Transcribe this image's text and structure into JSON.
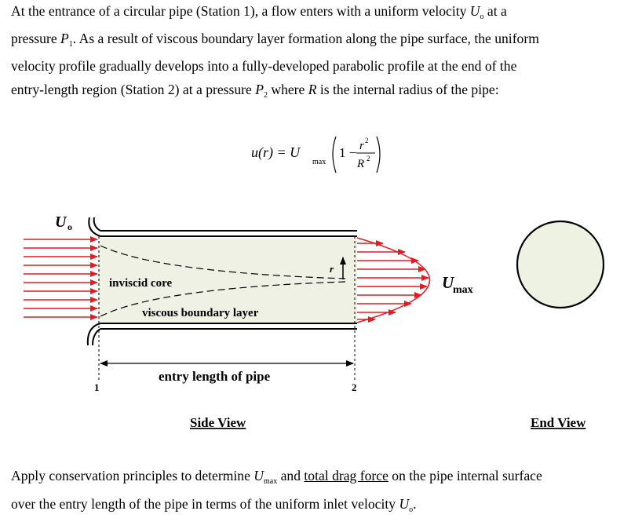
{
  "intro": {
    "l1_a": "At the entrance of a circular pipe (Station 1), a flow enters with a uniform velocity ",
    "l1_var": "U",
    "l1_sub": "o",
    "l1_b": " at a",
    "l2_a": "pressure ",
    "l2_var": "P",
    "l2_sub": "1",
    "l2_b": ". As a result of viscous boundary layer formation along the pipe surface, the uniform",
    "l3": "velocity profile gradually develops into a fully-developed parabolic profile at the end of the",
    "l4_a": "entry-length region (Station 2) at a pressure ",
    "l4_var": "P",
    "l4_sub": "2",
    "l4_b": " where ",
    "l4_r": "R",
    "l4_c": " is the internal radius of the pipe:"
  },
  "equation": {
    "lhs": "u(r) = U",
    "sub": "max",
    "one": "1 −",
    "num": "r",
    "num_exp": "2",
    "den": "R",
    "den_exp": "2"
  },
  "diagram": {
    "inlet_label": "U",
    "inlet_sub": "o",
    "inviscid_core": "inviscid core",
    "boundary_layer": "viscous boundary layer",
    "r_label": "r",
    "umax_label": "U",
    "umax_sub": "max",
    "entry_length": "entry length of pipe",
    "station_1": "1",
    "station_2": "2",
    "side_view": "Side View",
    "end_view": "End View",
    "colors": {
      "arrow": "#e8191f",
      "pipe_fill": "#eef1e3",
      "end_fill": "#eef2e2"
    }
  },
  "question": {
    "q1_a": "Apply conservation principles to determine ",
    "q1_var": "U",
    "q1_sub": "max",
    "q1_b": " and ",
    "q1_link": "total drag force",
    "q1_c": " on the pipe internal surface",
    "q2_a": "over the entry length of the pipe in terms of the uniform inlet velocity ",
    "q2_var": "U",
    "q2_sub": "o",
    "q2_b": "."
  }
}
